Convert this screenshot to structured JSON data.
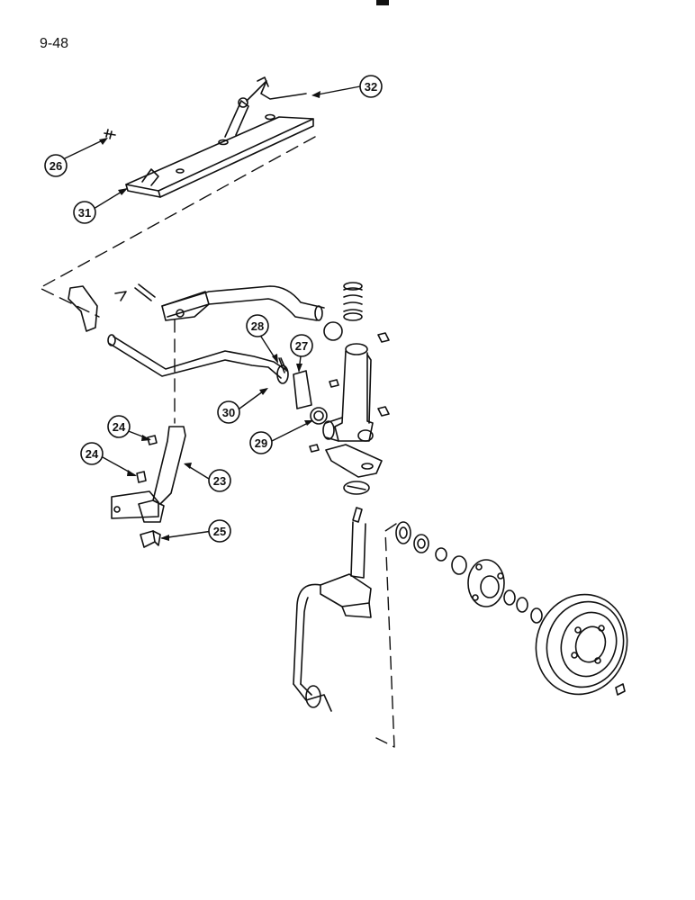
{
  "page": {
    "number": "9-48"
  },
  "callouts": [
    {
      "id": "c32",
      "label": "32"
    },
    {
      "id": "c26",
      "label": "26"
    },
    {
      "id": "c31",
      "label": "31"
    },
    {
      "id": "c28",
      "label": "28"
    },
    {
      "id": "c27",
      "label": "27"
    },
    {
      "id": "c30",
      "label": "30"
    },
    {
      "id": "c29",
      "label": "29"
    },
    {
      "id": "c24a",
      "label": "24"
    },
    {
      "id": "c24b",
      "label": "24"
    },
    {
      "id": "c23",
      "label": "23"
    },
    {
      "id": "c25",
      "label": "25"
    }
  ]
}
